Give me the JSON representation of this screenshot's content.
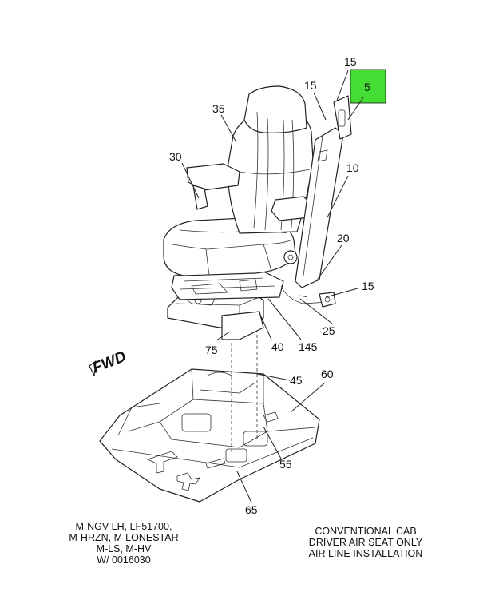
{
  "highlight_color": "#44dd33",
  "fwd_label": "FWD",
  "callouts": {
    "c15a": "15",
    "c15b": "15",
    "c5": "5",
    "c35": "35",
    "c30": "30",
    "c10": "10",
    "c20": "20",
    "c15c": "15",
    "c25": "25",
    "c145": "145",
    "c40": "40",
    "c75": "75",
    "c45": "45",
    "c60": "60",
    "c55": "55",
    "c65": "65"
  },
  "caption_left": [
    "M-NGV-LH, LF51700,",
    "M-HRZN, M-LONESTAR",
    "M-LS, M-HV",
    "W/ 0016030"
  ],
  "caption_right": [
    "CONVENTIONAL CAB",
    "DRIVER AIR SEAT ONLY",
    "AIR LINE INSTALLATION"
  ]
}
